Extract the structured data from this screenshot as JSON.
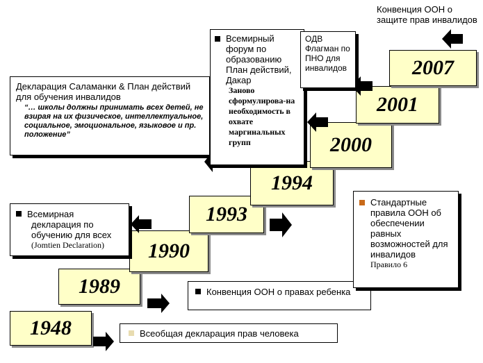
{
  "years": {
    "y1948": "1948",
    "y1989": "1989",
    "y1990": "1990",
    "y1993": "1993",
    "y1994": "1994",
    "y2000": "2000",
    "y2001": "2001",
    "y2007": "2007"
  },
  "events": {
    "udhr": "Всеобщая декларация прав человека",
    "crc": "Конвенция ООН о правах ребенка",
    "jomtien_line1": "Всемирная",
    "jomtien_line2": "декларация по",
    "jomtien_line3": "обучению для всех",
    "jomtien_note": "(Jomtien Declaration)",
    "salamanca_title": "Декларация Саламанки & План действий для обучения инвалидов",
    "salamanca_quote": "“… школы должны принимать всех детей, не взирая на их физическое, интеллектуальное, социальное, эмоциональное, языковое и пр. положение”",
    "standard_rules": "Стандартные правила ООН об обеспечении равных возможностей для инвалидов",
    "standard_rules_note": "Правило 6",
    "dakar_title": "Всемирный форум по образованию План действий, Дакар",
    "dakar_note": "Заново сформулирова-на необходимость в охвате маргинальных групп",
    "odv": "ОДВ Флагман по ПНО для инвалидов",
    "crpd": "Конвенция ООН о защите прав инвалидов"
  },
  "colors": {
    "year_fill": "#ffffc8",
    "shadow": "#8a8a8a",
    "udhr_bullet": "#e8dcb0",
    "rules_bullet": "#c86a1a"
  }
}
